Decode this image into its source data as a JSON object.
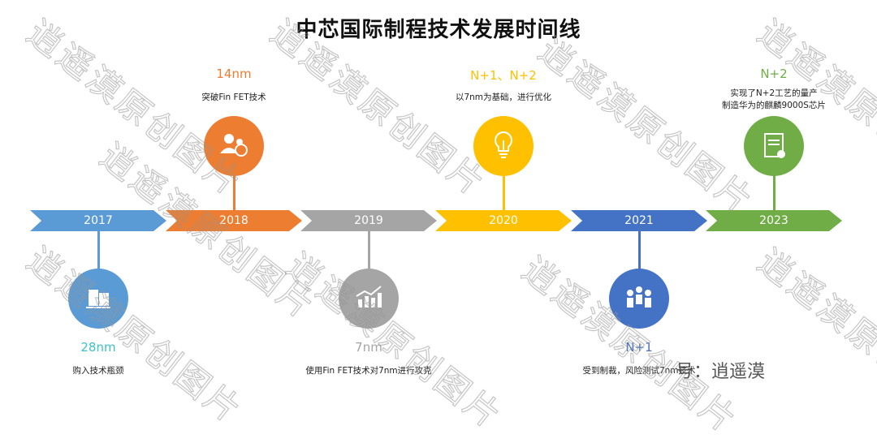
{
  "title": "中芯国际制程技术发展时间线",
  "timeline": [
    {
      "year": "2017",
      "color": "#5B9BD5",
      "position": "below",
      "label": "28nm",
      "label_color": "#3EC0C8",
      "desc": [
        "购入技术瓶颈"
      ],
      "icon": "books-icon"
    },
    {
      "year": "2018",
      "color": "#ED7D31",
      "position": "above",
      "label": "14nm",
      "label_color": "#ED7D31",
      "desc": [
        "突破Fin FET技术"
      ],
      "icon": "people-icon"
    },
    {
      "year": "2019",
      "color": "#A5A5A5",
      "position": "below",
      "label": "7nm",
      "label_color": "#A5A5A5",
      "desc": [
        "使用Fin FET技术对7nm进行攻克"
      ],
      "icon": "chart-icon"
    },
    {
      "year": "2020",
      "color": "#FFC000",
      "position": "above",
      "label": "N+1、N+2",
      "label_color": "#FFC000",
      "desc": [
        "以7nm为基础，进行优化"
      ],
      "icon": "lightbulb-icon"
    },
    {
      "year": "2021",
      "color": "#4472C4",
      "position": "below",
      "label": "N+1",
      "label_color": "#4472C4",
      "desc": [
        "受到制裁，风险测试7nm技术"
      ],
      "icon": "team-icon"
    },
    {
      "year": "2023",
      "color": "#70AD47",
      "position": "above",
      "label": "N+2",
      "label_color": "#70AD47",
      "desc": [
        "实现了N+2工艺的量产",
        "制造华为的麒麟9000S芯片"
      ],
      "icon": "document-icon"
    }
  ],
  "watermark": "逍遥漠原创图片",
  "footer_watermark": "号：逍遥漠"
}
